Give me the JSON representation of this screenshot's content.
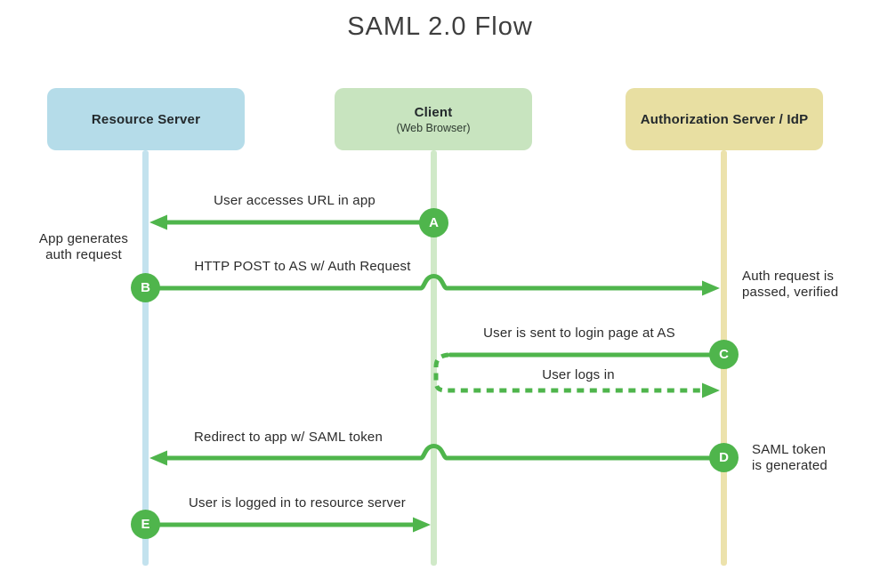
{
  "title": "SAML 2.0 Flow",
  "actors": [
    {
      "id": "resource",
      "title": "Resource Server",
      "subtitle": ""
    },
    {
      "id": "client",
      "title": "Client",
      "subtitle": "(Web Browser)"
    },
    {
      "id": "auth",
      "title": "Authorization Server / IdP",
      "subtitle": ""
    }
  ],
  "steps": [
    {
      "letter": "A",
      "label": "User accesses URL in app",
      "from": "client",
      "to": "resource",
      "style": "solid"
    },
    {
      "letter": "B",
      "label": "HTTP POST to AS w/ Auth Request",
      "from": "resource",
      "to": "auth",
      "style": "solid"
    },
    {
      "letter": "C",
      "label": "User is sent to login page at AS",
      "from": "auth",
      "to": "client",
      "style": "solid"
    },
    {
      "letter": "",
      "label": "User logs in",
      "from": "client",
      "to": "auth",
      "style": "dashed"
    },
    {
      "letter": "D",
      "label": "Redirect to app w/ SAML token",
      "from": "auth",
      "to": "resource",
      "style": "solid"
    },
    {
      "letter": "E",
      "label": "User is logged in to resource server",
      "from": "resource",
      "to": "client",
      "style": "solid"
    }
  ],
  "notes": [
    {
      "text": "App generates\nauth request",
      "attached_to": "B"
    },
    {
      "text": "Auth request is\npassed, verified",
      "attached_to": "B"
    },
    {
      "text": "SAML token\nis generated",
      "attached_to": "D"
    }
  ],
  "colors": {
    "arrow": "#4fb54c",
    "resource_fill": "#b5dce9",
    "client_fill": "#c8e4bf",
    "auth_fill": "#e8dfa2",
    "text": "#2b2b2b"
  }
}
